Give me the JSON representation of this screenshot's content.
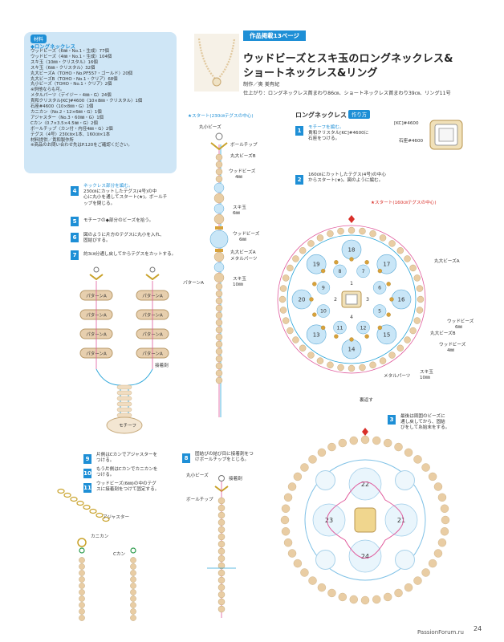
{
  "materials": {
    "badge": "材料",
    "heading": "◆ロングネックレス",
    "items": [
      "ウッドビーズ〈6㎜・No.1・生成〉77個",
      "ウッドビーズ〈4㎜・No.1・生成〉104個",
      "スキ玉〈10㎜・クリスタル〉16個",
      "スキ玉〈6㎜・クリスタル〉32個",
      "丸大ビーズA〈TOHO・No.PF557・ゴールド〉20個",
      "丸大ビーズB〈TOHO・No.1・クリア〉68個",
      "丸小ビーズ〈TOHO・No.1・クリア〉2個",
      "※例他ならも可。",
      "メタルパーツ〈デイジー・4㎜・G〉24個",
      "貴和クリスタル[KC]#4600〈10×8㎜・クリスタル〉1個",
      "石座#4600〈10×8㎜・G〉1個",
      "カニカン〈No.2・12×6㎜・G〉1個",
      "アジャスター〈No.3・60㎜・G〉1個",
      "Cカン〈0.7×3.5×4.5㎜・G〉2個",
      "ボールチップ〈カン付・内径4㎜・G〉2個",
      "テグス〈4号〉230㎝×1本、160㎝×1本",
      "材料提供／貴和製作所",
      "※商品のお問い合わせ先はP.120をご確認ください。"
    ]
  },
  "header": {
    "page_ref": "作品掲載13ページ",
    "title_line1": "ウッドビーズとスキ玉のロングネックレス&",
    "title_line2": "ショートネックレス&リング",
    "credit": "制作／奥 美有紀",
    "finish": "仕上がり：ロングネックレス首まわり86㎝、ショートネックレス首まわり39㎝、リング11号"
  },
  "section": {
    "title": "ロングネックレス",
    "badge": "作り方"
  },
  "steps": [
    {
      "num": "1",
      "lines": [
        "モチーフを編む。",
        "貴和クリスタル[KC]#4600に",
        "石座をつける。"
      ]
    },
    {
      "num": "2",
      "lines": [
        "160㎝にカットしたテグス(4号)の中心",
        "からスタート(★)。図のように編む。"
      ]
    },
    {
      "num": "3",
      "lines": [
        "最後は周囲のビーズに",
        "通し戻してから、固結",
        "びをして糸始末をする。"
      ]
    },
    {
      "num": "4",
      "lines": [
        "ネックレス部分を編む。",
        "230㎝にカットしたテグス(4号)の中",
        "心に丸小を通してスタート(★)。ボールチ",
        "ップを閉じる。"
      ]
    },
    {
      "num": "5",
      "lines": [
        "モチーフの◆部分のビーズを拾う。"
      ]
    },
    {
      "num": "6",
      "lines": [
        "図のように片方のテグスに丸小を入れ、",
        "固結びする。"
      ]
    },
    {
      "num": "7",
      "lines": [
        "約3㎝分通し戻してからテグスをカットする。"
      ]
    },
    {
      "num": "8",
      "lines": [
        "固結びの結び目に接着剤をつ",
        "けボールチップをとじる。"
      ]
    },
    {
      "num": "9",
      "lines": [
        "片側はCカンでアジャスターを",
        "つける。"
      ]
    },
    {
      "num": "10",
      "lines": [
        "もう片側はCカンでカニカンを",
        "つける。"
      ]
    },
    {
      "num": "11",
      "lines": [
        "ウッドビーズ(6㎜)の中のテグ",
        "スに接着剤をつけて固定する。"
      ]
    }
  ],
  "labels": {
    "start_230": "★スタート(230㎝テグスの中心)",
    "maru_sho": "丸小ビーズ",
    "ball_chip": "ボールチップ",
    "maru_dai_b": "丸大ビーズB",
    "wood_4": "ウッドビーズ",
    "wood_4_size": "4㎜",
    "suki_6": "スキ玉",
    "suki_6_size": "6㎜",
    "wood_6": "ウッドビーズ",
    "wood_6_size": "6㎜",
    "maru_dai_a": "丸大ビーズA",
    "metal": "メタルパーツ",
    "suki_10": "スキ玉",
    "suki_10_size": "10㎜",
    "pattern_a": "パターンA",
    "setchaku": "接着剤",
    "motif": "モチーフ",
    "kc": "[KC]#4600",
    "ishiza": "石座#4600",
    "start_160": "★スタート(160㎝テグスの中心)",
    "ura": "裏返す",
    "adjuster": "アジャスター",
    "kanikan": "カニカン",
    "ckan": "Cカン",
    "wood_6b": "ウッドビーズ",
    "wood_6b_size": "6㎜",
    "wood_4b": "ウッドビーズ",
    "wood_4b_size": "4㎜",
    "suki_10b": "スキ玉",
    "suki_10b_size": "10㎜",
    "metal_b": "メタルパーツ",
    "maru_dai_a2": "丸大ビーズA",
    "maru_dai_b2": "丸大ビーズB"
  },
  "motif_numbers": [
    "1",
    "2",
    "3",
    "4",
    "5",
    "6",
    "7",
    "8",
    "9",
    "10",
    "11",
    "12",
    "13",
    "14",
    "15",
    "16",
    "17",
    "18",
    "19",
    "20"
  ],
  "back_numbers": [
    "21",
    "22",
    "23",
    "24"
  ],
  "page_number": "24",
  "watermark": "PassionForum.ru",
  "colors": {
    "accent": "#1e8fd6",
    "panel": "#cfe6f6",
    "wood": "#e9cda4",
    "glass": "#c9e6f7",
    "red": "#d9302a",
    "pink": "#e05a9c"
  }
}
